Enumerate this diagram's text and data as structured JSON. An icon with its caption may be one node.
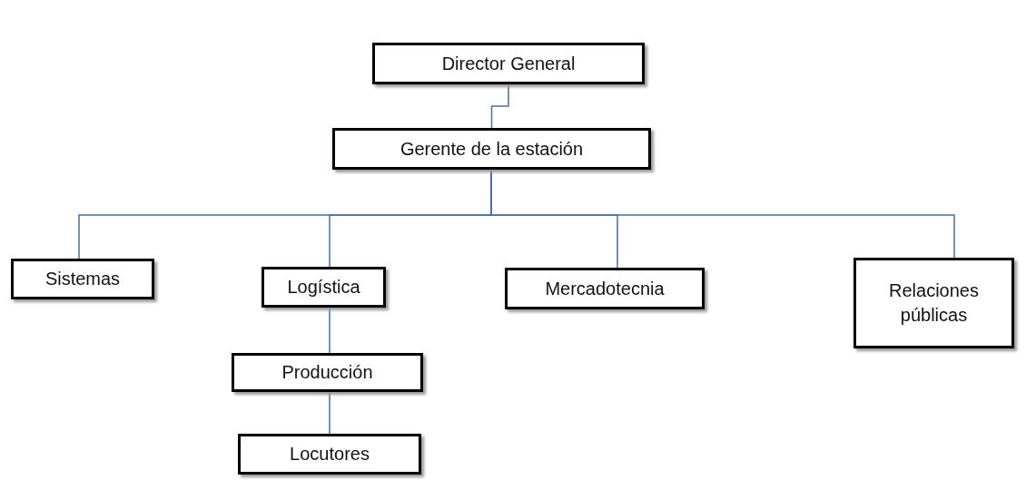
{
  "diagram": {
    "nodes": [
      {
        "text": [
          "Director General"
        ]
      },
      {
        "text": [
          "Gerente de la estación"
        ]
      },
      {
        "text": [
          "Sistemas"
        ]
      },
      {
        "text": [
          "Logística"
        ]
      },
      {
        "text": [
          "Mercadotecnia"
        ]
      },
      {
        "text": [
          "Relaciones públicas"
        ]
      },
      {
        "text": [
          "Producción"
        ]
      },
      {
        "text": [
          "Locutores"
        ]
      }
    ],
    "edges": [
      {
        "from": 0,
        "to": 1,
        "arrow": "none"
      },
      {
        "from": 1,
        "to": 2,
        "arrow": "none"
      },
      {
        "from": 1,
        "to": 3,
        "arrow": "none"
      },
      {
        "from": 1,
        "to": 4,
        "arrow": "none"
      },
      {
        "from": 1,
        "to": 5,
        "arrow": "none"
      },
      {
        "from": 3,
        "to": 6,
        "arrow": "none"
      },
      {
        "from": 6,
        "to": 7,
        "arrow": "none"
      }
    ]
  }
}
